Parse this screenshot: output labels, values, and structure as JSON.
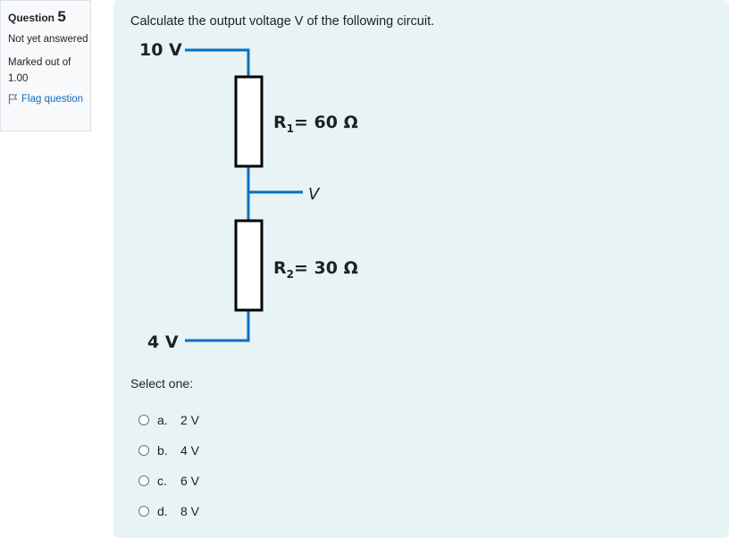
{
  "question_info": {
    "question_label": "Question",
    "question_number": "5",
    "state": "Not yet answered",
    "grade": "Marked out of 1.00",
    "flag_label": "Flag question"
  },
  "question": {
    "text": "Calculate the output voltage V of the following circuit.",
    "circuit": {
      "top_voltage": "10 V",
      "bottom_voltage": "4 V",
      "output_label": "V",
      "r1_letter": "R",
      "r1_sub": "1",
      "r1_value": "= 60 Ω",
      "r2_letter": "R",
      "r2_sub": "2",
      "r2_value": "= 30 Ω",
      "wire_color": "#0070c0"
    },
    "prompt": "Select one:",
    "options": [
      {
        "letter": "a.",
        "text": "2 V"
      },
      {
        "letter": "b.",
        "text": "4 V"
      },
      {
        "letter": "c.",
        "text": "6 V"
      },
      {
        "letter": "d.",
        "text": "8 V"
      }
    ]
  }
}
